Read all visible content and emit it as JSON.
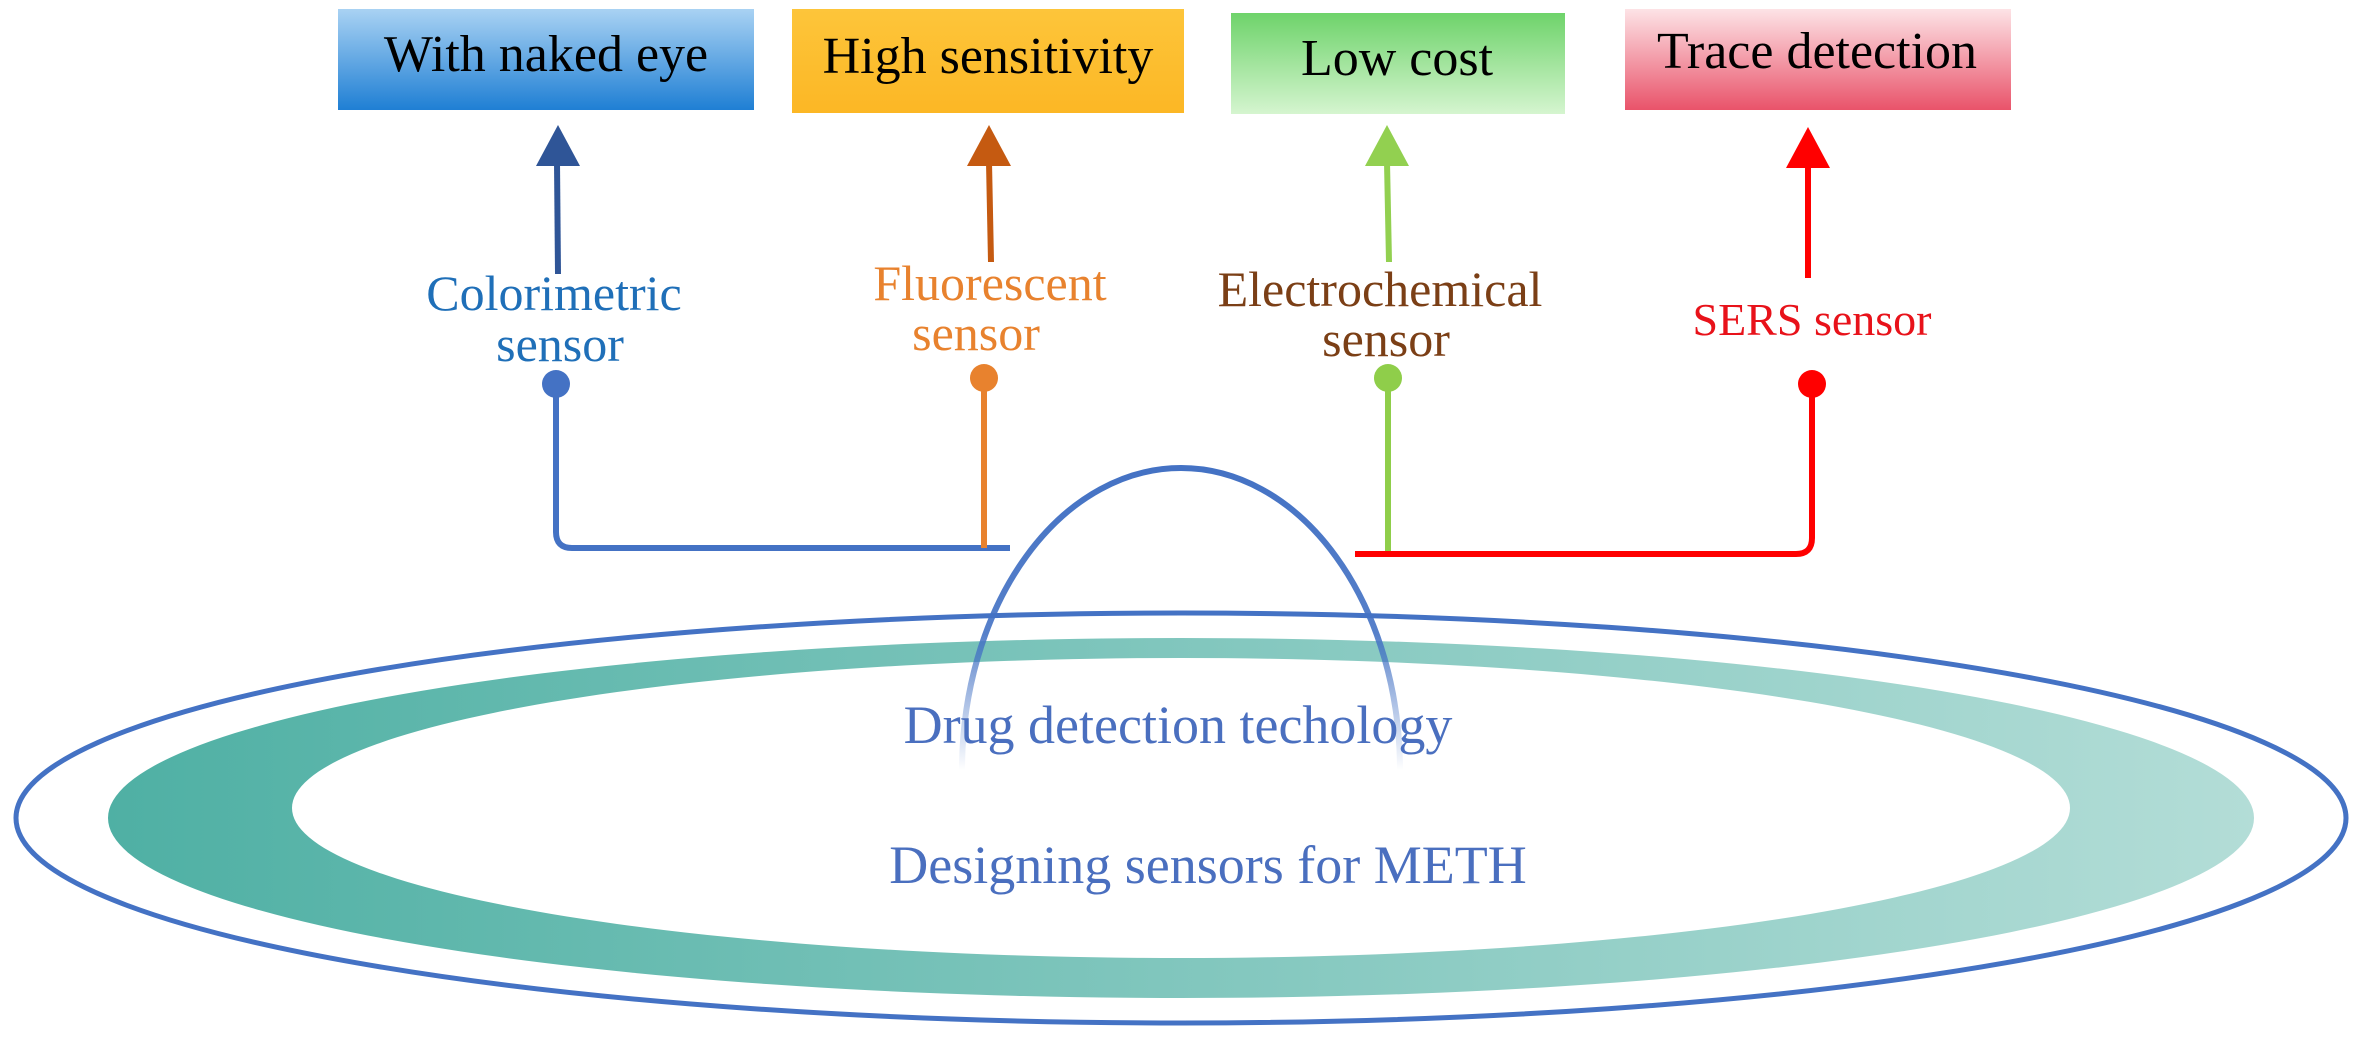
{
  "benefits": [
    {
      "label": "With naked eye",
      "color_top": "#a9d2f3",
      "color_bottom": "#1f7fd4"
    },
    {
      "label": "High sensitivity",
      "color_top": "#fdc53a",
      "color_bottom": "#fcb725"
    },
    {
      "label": "Low cost",
      "color_top": "#6ed36a",
      "color_bottom": "#d5f5cf"
    },
    {
      "label": "Trace detection",
      "color_top": "#fde3e6",
      "color_bottom": "#e9536a"
    }
  ],
  "sensors": [
    {
      "line1": "Colorimetric",
      "line2": "sensor",
      "color": "#1f6fb8",
      "connector_color": "#4472c4",
      "arrow_color": "#2f5597"
    },
    {
      "line1": "Fluorescent",
      "line2": "sensor",
      "color": "#e8822e",
      "connector_color": "#e8822e",
      "arrow_color": "#c55a11"
    },
    {
      "line1": "Electrochemical",
      "line2": "sensor",
      "color": "#7b3f16",
      "connector_color": "#8fce4a",
      "arrow_color": "#92d050"
    },
    {
      "line1": "SERS sensor",
      "line2": "",
      "color": "#e8121a",
      "connector_color": "#ff0000",
      "arrow_color": "#ff0000"
    }
  ],
  "center": {
    "title": "Drug detection techology",
    "subtitle": "Designing sensors for METH",
    "text_color": "#4a6fbf",
    "ring_color": "#4472c4",
    "band_color_left": "#4fb0a4",
    "band_color_right": "#b3ddd7"
  }
}
